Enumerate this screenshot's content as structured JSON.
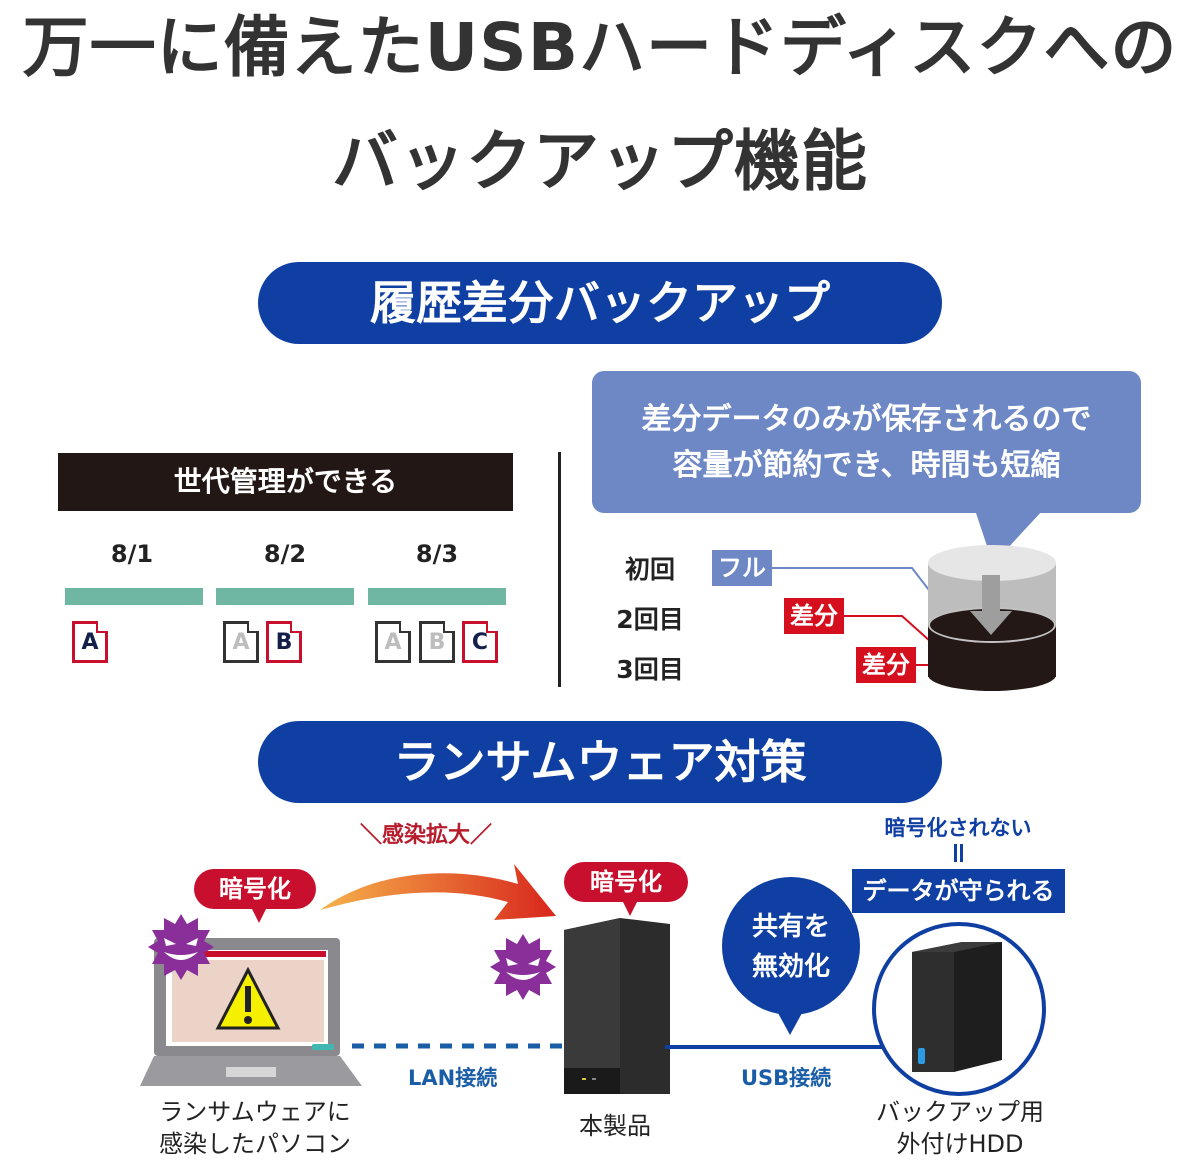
{
  "title": {
    "line1": "万一に備えたUSBハードディスクへの",
    "line2": "バックアップ機能"
  },
  "section_incremental": {
    "heading": "履歴差分バックアップ",
    "generation": {
      "label": "世代管理ができる",
      "columns": [
        {
          "date": "8/1",
          "files": [
            {
              "letter": "A",
              "state": "new"
            }
          ]
        },
        {
          "date": "8/2",
          "files": [
            {
              "letter": "A",
              "state": "old"
            },
            {
              "letter": "B",
              "state": "new"
            }
          ]
        },
        {
          "date": "8/3",
          "files": [
            {
              "letter": "A",
              "state": "old"
            },
            {
              "letter": "B",
              "state": "old"
            },
            {
              "letter": "C",
              "state": "new"
            }
          ]
        }
      ]
    },
    "diff": {
      "callout_line1": "差分データのみが保存されるので",
      "callout_line2": "容量が節約でき、時間も短縮",
      "rows": [
        {
          "count": "初回",
          "tag": "フル",
          "color": "#6e88c6"
        },
        {
          "count": "2回目",
          "tag": "差分",
          "color": "#d50f1e"
        },
        {
          "count": "3回目",
          "tag": "差分",
          "color": "#d50f1e"
        }
      ]
    }
  },
  "section_ransomware": {
    "heading": "ランサムウェア対策",
    "spread_label": "感染拡大",
    "encrypted_label_pc": "暗号化",
    "encrypted_label_nas": "暗号化",
    "disable_sharing_line1": "共有を",
    "disable_sharing_line2": "無効化",
    "not_encrypted": "暗号化されない",
    "equals": "॥",
    "data_protected": "データが守られる",
    "lan_label": "LAN接続",
    "usb_label": "USB接続",
    "pc_caption_line1": "ランサムウェアに",
    "pc_caption_line2": "感染したパソコン",
    "nas_caption": "本製品",
    "hdd_caption_line1": "バックアップ用",
    "hdd_caption_line2": "外付けHDD"
  },
  "colors": {
    "heading_blue": "#0f3fa3",
    "callout_blue": "#6e88c6",
    "accent_red": "#c8102e",
    "teal": "#6fb7a3",
    "dark": "#221715"
  }
}
